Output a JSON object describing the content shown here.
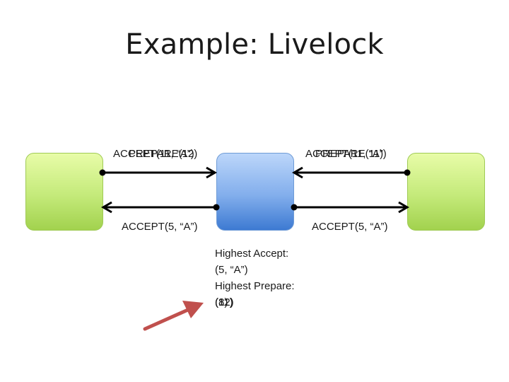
{
  "title": "Example: Livelock",
  "left_link": {
    "top_labels": [
      "ACCEPT(11, “A”)",
      "PREPARE(12)"
    ],
    "bottom_label": "ACCEPT(5, “A”)"
  },
  "right_link": {
    "top_labels": [
      "ACCEPT(11, “A”)",
      "PREPARE(11)"
    ],
    "bottom_label": "ACCEPT(5, “A”)"
  },
  "acceptor_state": {
    "highest_accept_label": "Highest Accept:",
    "highest_accept_value": "(5, “A”)",
    "highest_prepare_label": "Highest Prepare:",
    "highest_prepare_values": [
      "(8)",
      "(11)",
      "(12)"
    ]
  },
  "colors": {
    "proposer_fill": "#c4ea7a",
    "acceptor_fill": "#82aeec",
    "arrow": "#000000",
    "pointer_arrow": "#c0504d"
  }
}
